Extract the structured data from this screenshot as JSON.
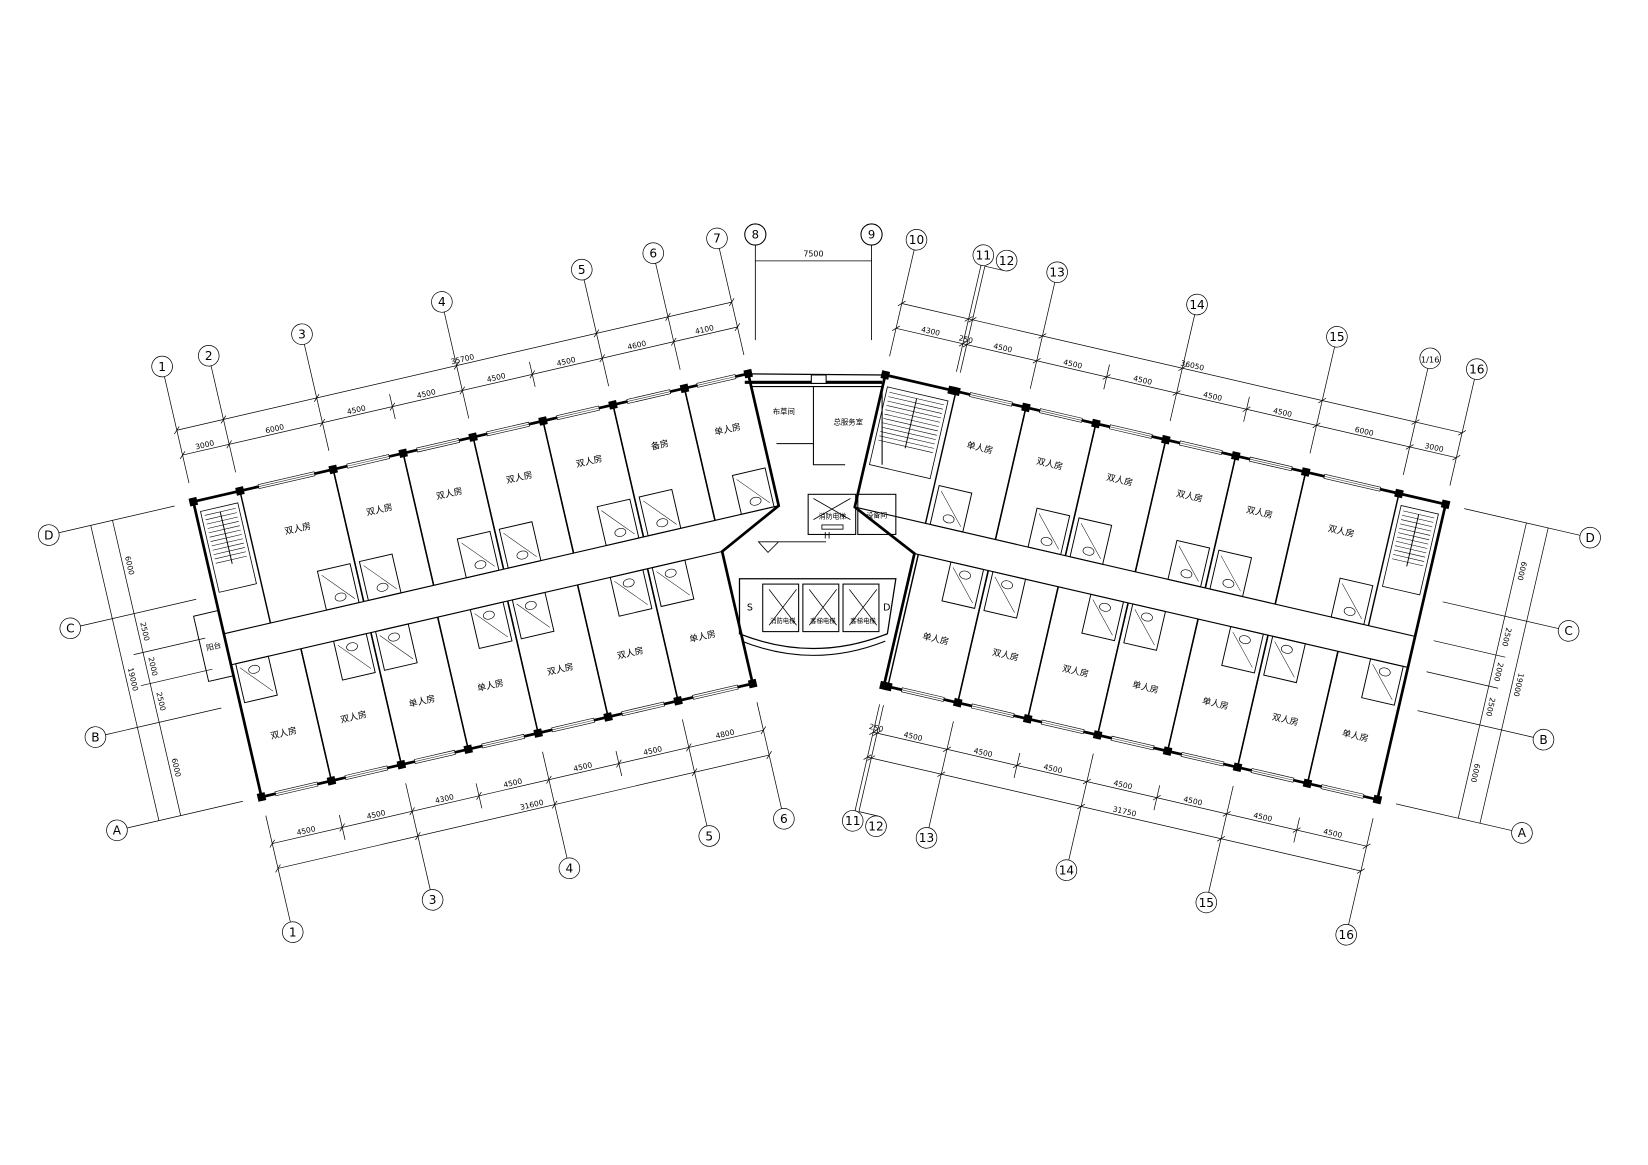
{
  "left_wing": {
    "top": {
      "segments": [
        3000,
        6000,
        4500,
        4500,
        4500,
        4500,
        4600,
        4100
      ],
      "labels": [
        "1",
        "2",
        "3",
        null,
        "4",
        null,
        "5",
        "6",
        "7"
      ],
      "total": "35700"
    },
    "bottom": {
      "segments": [
        4500,
        4500,
        4300,
        4500,
        4500,
        4500,
        4800
      ],
      "labels": [
        "1",
        null,
        "3",
        null,
        "4",
        null,
        "5",
        "6"
      ],
      "total": "31600"
    },
    "side": {
      "segments": [
        6000,
        2500,
        2000,
        2500,
        6000
      ],
      "labels": [
        "D",
        "C",
        null,
        null,
        "B",
        "A"
      ],
      "total": "19000"
    },
    "north_rooms": [
      "",
      "双人房",
      "双人房",
      "双人房",
      "双人房",
      "双人房",
      "备房",
      "单人房"
    ],
    "south_rooms": [
      "双人房",
      "双人房",
      "单人房",
      "单人房",
      "双人房",
      "双人房",
      "单人房"
    ],
    "balcony": "阳台"
  },
  "right_wing": {
    "top": {
      "segments": [
        4300,
        250,
        4500,
        4500,
        4500,
        4500,
        4500,
        6000,
        3000
      ],
      "labels": [
        "10",
        "11",
        "12",
        "13",
        null,
        "14",
        null,
        "15",
        "1/16",
        "16"
      ],
      "total": "36050"
    },
    "bottom": {
      "segments": [
        250,
        4500,
        4500,
        4500,
        4500,
        4500,
        4500,
        4500
      ],
      "labels": [
        "11",
        "12",
        "13",
        null,
        "14",
        null,
        "15",
        null,
        "16"
      ],
      "total": "31750"
    },
    "side": {
      "segments": [
        6000,
        2500,
        2000,
        2500,
        6000
      ],
      "labels": [
        "D",
        "C",
        null,
        null,
        "B",
        "A"
      ],
      "total": "19000"
    },
    "north_rooms": [
      "",
      "",
      "单人房",
      "双人房",
      "双人房",
      "双人房",
      "双人房",
      "双人房",
      ""
    ],
    "south_rooms": [
      "",
      "单人房",
      "双人房",
      "双人房",
      "单人房",
      "单人房",
      "双人房",
      "单人房"
    ]
  },
  "core": {
    "grid": [
      "8",
      "9"
    ],
    "span": "7500",
    "rooms": {
      "linen": "布草间",
      "service": "总服务室",
      "fire_lift": "消防电梯",
      "equipment": "设备间"
    },
    "lifts": [
      "消防电梯",
      "客梯电梯",
      "客梯电梯"
    ],
    "marks": [
      "S",
      "D"
    ],
    "level": "H"
  }
}
